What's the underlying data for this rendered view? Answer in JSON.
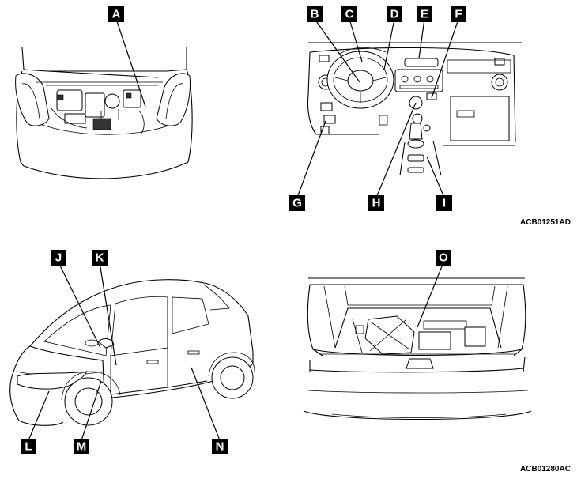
{
  "labels": {
    "A": "A",
    "B": "B",
    "C": "C",
    "D": "D",
    "E": "E",
    "F": "F",
    "G": "G",
    "H": "H",
    "I": "I",
    "J": "J",
    "K": "K",
    "L": "L",
    "M": "M",
    "N": "N",
    "O": "O"
  },
  "codes": {
    "top_right": "ACB01251AD",
    "bottom_right": "ACB01280AC"
  },
  "icons": {
    "engine_bay": "engine-compartment-drawing",
    "dashboard": "instrument-panel-drawing",
    "car_side": "vehicle-exterior-drawing",
    "cargo_area": "luggage-compartment-drawing"
  },
  "colors": {
    "line": "#000000",
    "label_bg": "#000000",
    "label_text": "#ffffff",
    "background": "#ffffff"
  }
}
